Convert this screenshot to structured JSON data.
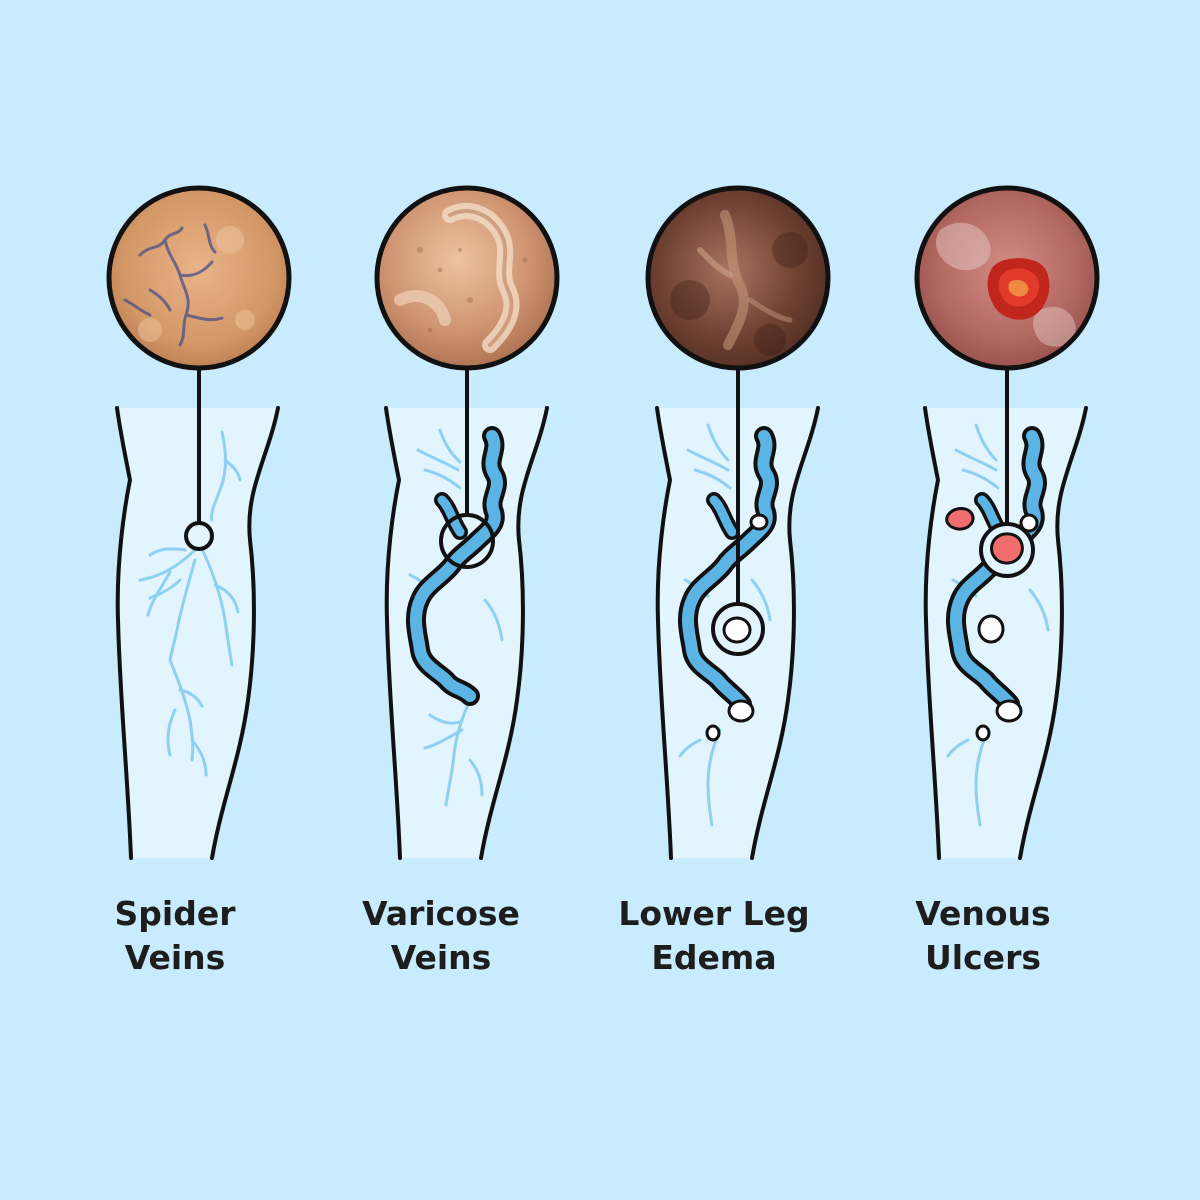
{
  "colors": {
    "background": "#c8ebfd",
    "leg_fill": "#e2f5fe",
    "outline": "#111111",
    "vein": "#8ed0f2",
    "bulging_vein": "#5bb4e4",
    "swelling": "#ffffff",
    "ulcer": "#f26d6d"
  },
  "panels": [
    {
      "id": "spider-veins",
      "label_line1": "Spider",
      "label_line2": "Veins",
      "skin_image": "spider-veins-skin-closeup"
    },
    {
      "id": "varicose-veins",
      "label_line1": "Varicose",
      "label_line2": "Veins",
      "skin_image": "varicose-veins-skin-closeup"
    },
    {
      "id": "lower-leg-edema",
      "label_line1": "Lower Leg",
      "label_line2": "Edema",
      "skin_image": "edema-skin-closeup"
    },
    {
      "id": "venous-ulcers",
      "label_line1": "Venous",
      "label_line2": "Ulcers",
      "skin_image": "venous-ulcer-skin-closeup"
    }
  ]
}
